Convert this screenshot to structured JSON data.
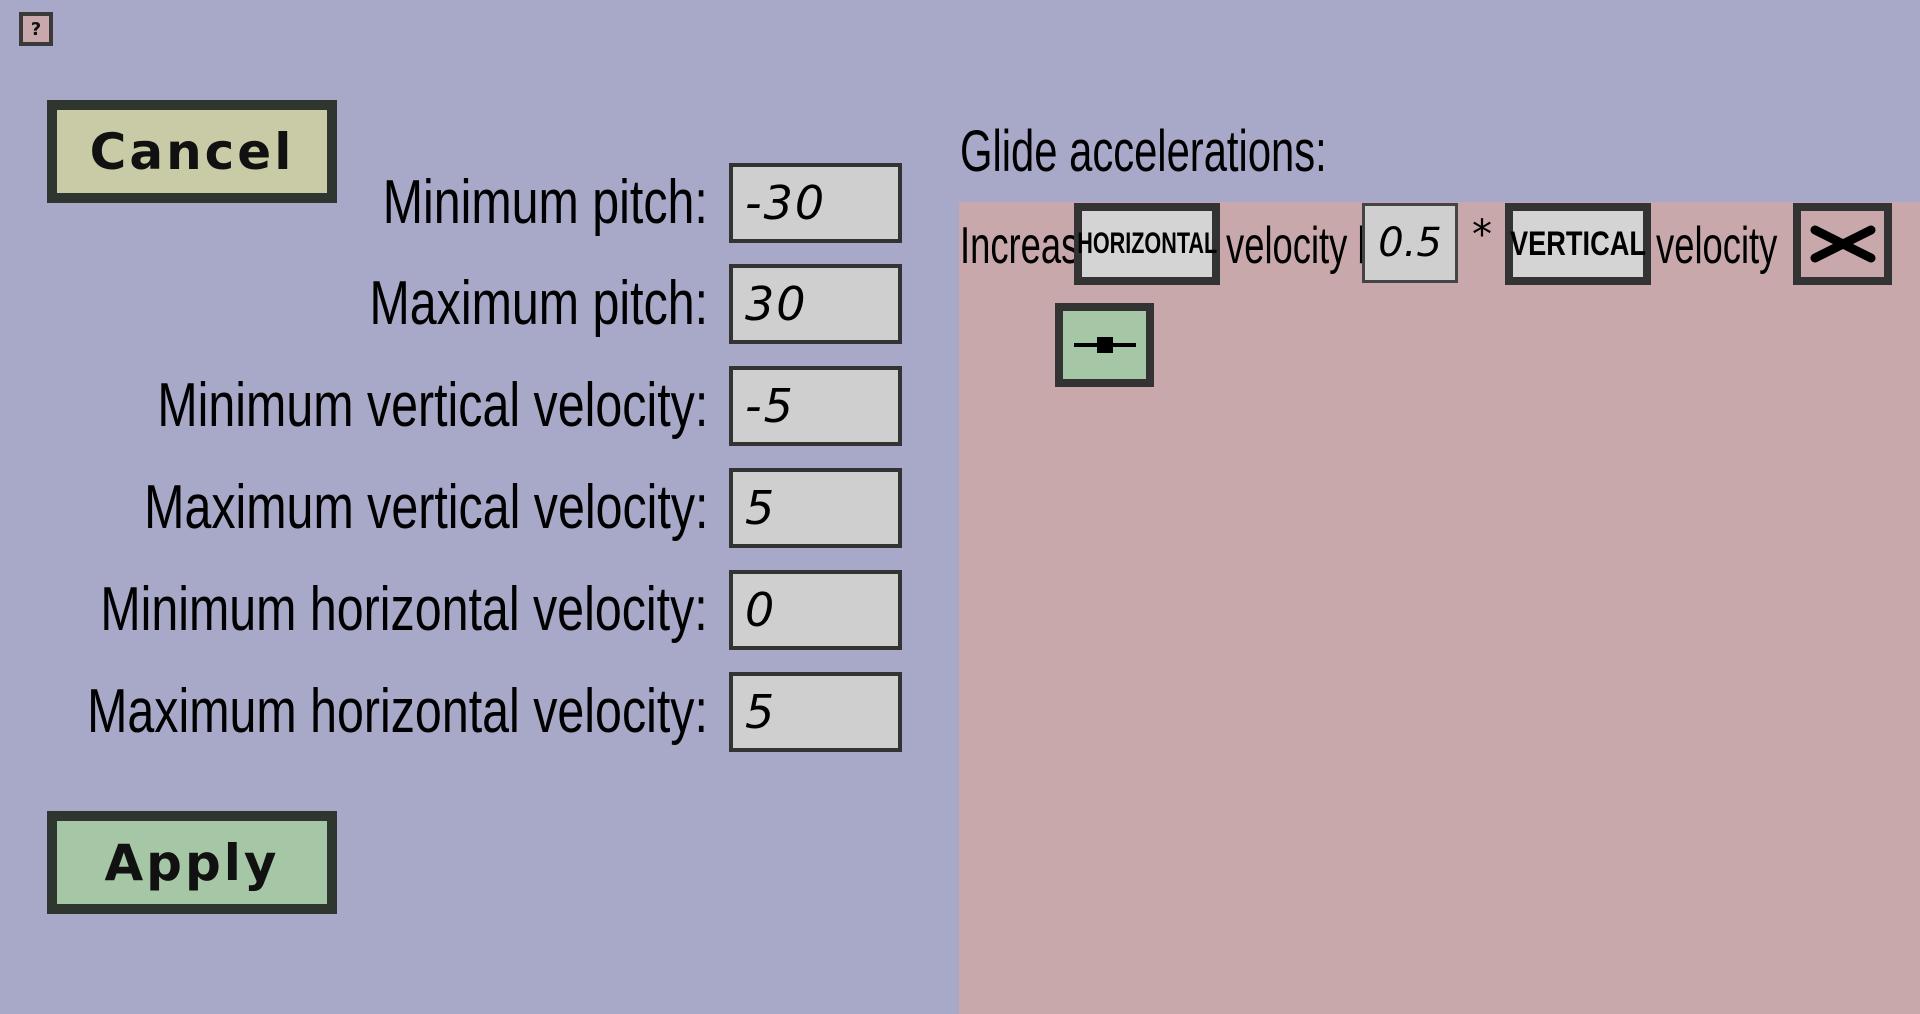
{
  "help": {
    "label": "?"
  },
  "buttons": {
    "cancel_label": "Cancel",
    "apply_label": "Apply"
  },
  "fields": [
    {
      "label": "Minimum pitch:",
      "value": "-30"
    },
    {
      "label": "Maximum pitch:",
      "value": "30"
    },
    {
      "label": "Minimum vertical velocity:",
      "value": "-5"
    },
    {
      "label": "Maximum vertical velocity:",
      "value": "5"
    },
    {
      "label": "Minimum horizontal velocity:",
      "value": "0"
    },
    {
      "label": "Maximum horizontal velocity:",
      "value": "5"
    }
  ],
  "glide": {
    "title": "Glide accelerations:",
    "rule": {
      "prefix": "Increase",
      "target_axis": "HORIZONTAL",
      "middle": "velocity by",
      "factor": "0.5",
      "operator": "*",
      "source_axis": "VERTICAL",
      "suffix": "velocity"
    },
    "delete_icon": "x-icon",
    "add_icon": "add-rule-icon"
  },
  "colors": {
    "background": "#a8a8c8",
    "panel": "#c8a8ab",
    "apply": "#a6c7a6",
    "cancel": "#c9caa6",
    "input": "#cfcfcf"
  }
}
